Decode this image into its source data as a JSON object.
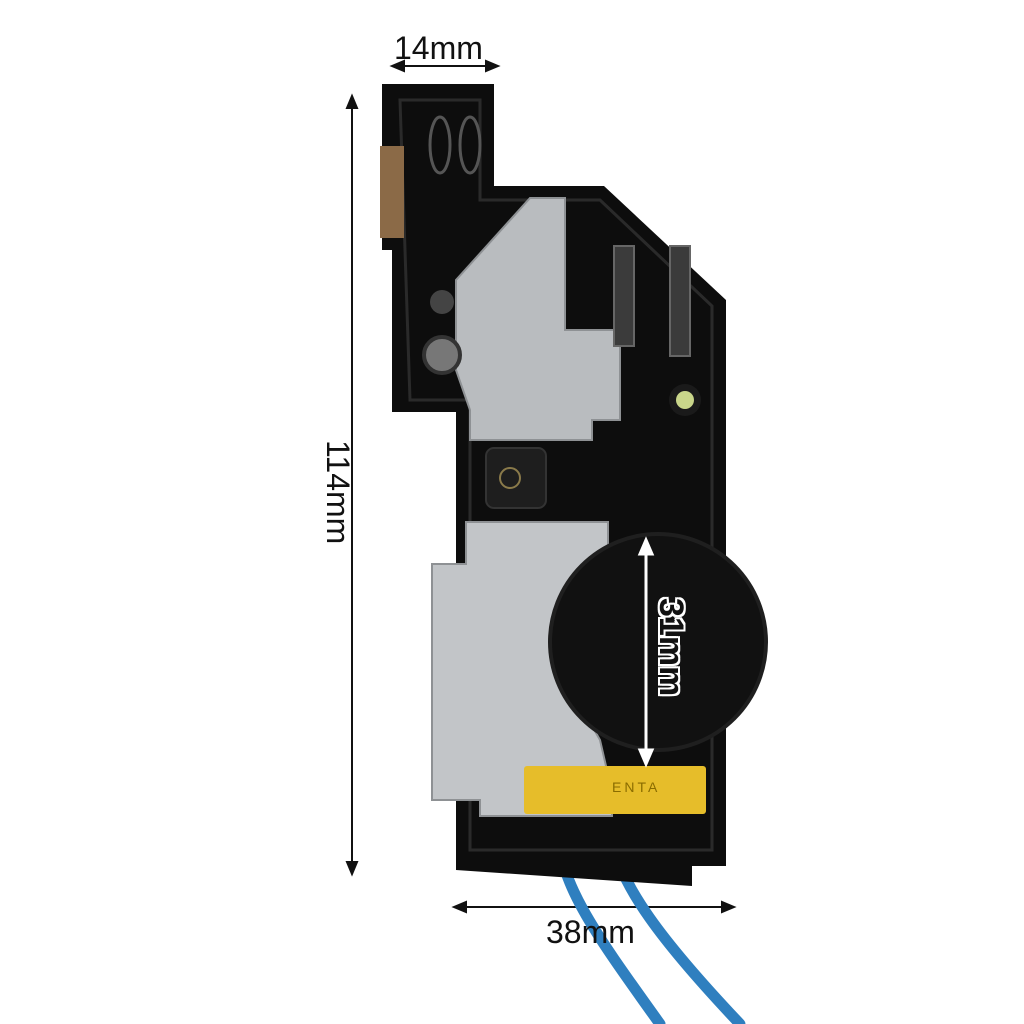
{
  "image": {
    "subject": "power tool speed controller switch module",
    "background_color": "#ffffff"
  },
  "dimensions": {
    "top_width": "14mm",
    "total_height": "114mm",
    "knob_diameter": "31mm",
    "bottom_width": "38mm"
  },
  "product": {
    "brand_label": "ENTA",
    "colors": {
      "housing": "#0d0d0d",
      "metal_bracket": "#b9bcbf",
      "label_plate": "#e6bd2a",
      "wires": "#2f7fbf",
      "knob": "#111111",
      "led": "#c9d68a"
    }
  }
}
